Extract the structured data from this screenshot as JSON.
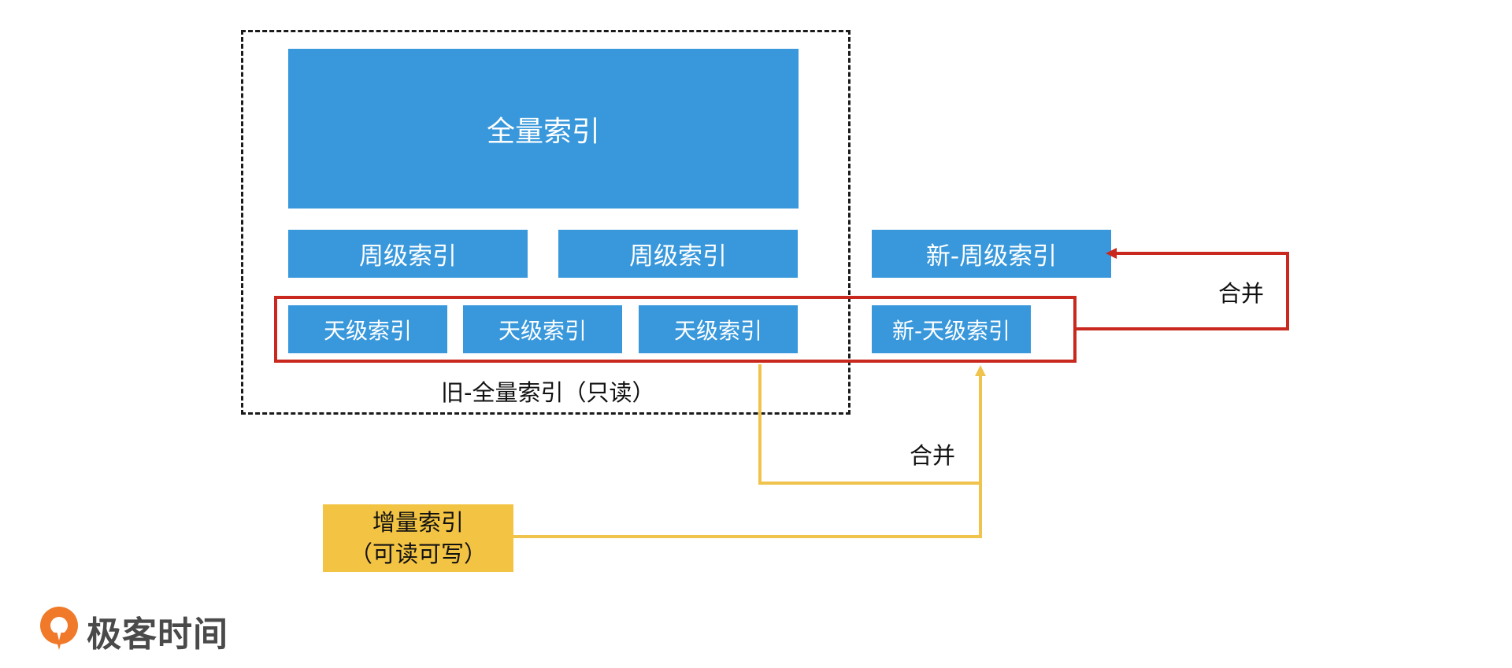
{
  "diagram": {
    "full_index": "全量索引",
    "weekly_indexes": [
      "周级索引",
      "周级索引"
    ],
    "new_weekly_index": "新-周级索引",
    "daily_indexes": [
      "天级索引",
      "天级索引",
      "天级索引"
    ],
    "new_daily_index": "新-天级索引",
    "old_full_label": "旧-全量索引（只读）",
    "merge_label_top": "合并",
    "merge_label_bottom": "合并",
    "incremental_line1": "增量索引",
    "incremental_line2": "（可读可写）",
    "colors": {
      "blue": "#3898DB",
      "red": "#C8281E",
      "yellow": "#F3C443",
      "yellow_line": "#F0C44C",
      "logo_orange": "#F0792A"
    }
  },
  "logo": {
    "text": "极客时间",
    "icon": "geektime-logo-icon"
  }
}
